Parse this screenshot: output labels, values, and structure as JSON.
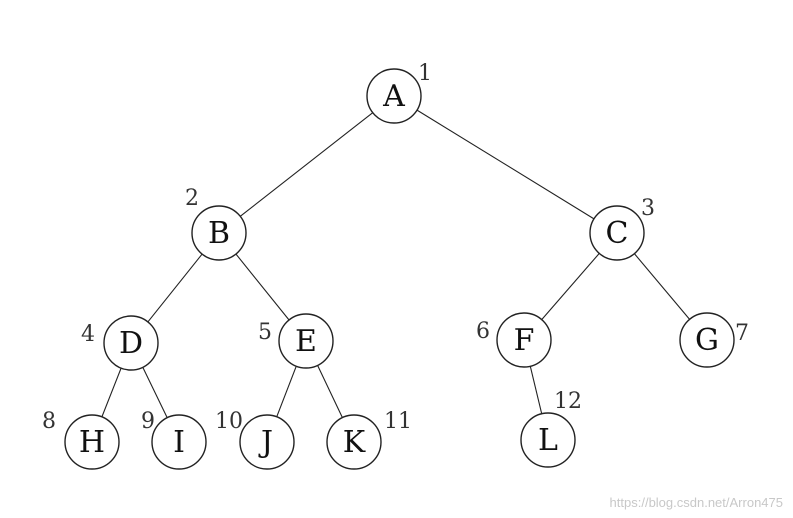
{
  "nodes": [
    {
      "id": "A",
      "label": "A",
      "index": "1"
    },
    {
      "id": "B",
      "label": "B",
      "index": "2"
    },
    {
      "id": "C",
      "label": "C",
      "index": "3"
    },
    {
      "id": "D",
      "label": "D",
      "index": "4"
    },
    {
      "id": "E",
      "label": "E",
      "index": "5"
    },
    {
      "id": "F",
      "label": "F",
      "index": "6"
    },
    {
      "id": "G",
      "label": "G",
      "index": "7"
    },
    {
      "id": "H",
      "label": "H",
      "index": "8"
    },
    {
      "id": "I",
      "label": "I",
      "index": "9"
    },
    {
      "id": "J",
      "label": "J",
      "index": "10"
    },
    {
      "id": "K",
      "label": "K",
      "index": "11"
    },
    {
      "id": "L",
      "label": "L",
      "index": "12"
    }
  ],
  "edges": [
    [
      "A",
      "B"
    ],
    [
      "A",
      "C"
    ],
    [
      "B",
      "D"
    ],
    [
      "B",
      "E"
    ],
    [
      "C",
      "F"
    ],
    [
      "C",
      "G"
    ],
    [
      "D",
      "H"
    ],
    [
      "D",
      "I"
    ],
    [
      "E",
      "J"
    ],
    [
      "E",
      "K"
    ],
    [
      "F",
      "L"
    ]
  ],
  "watermark": "https://blog.csdn.net/Arron475"
}
